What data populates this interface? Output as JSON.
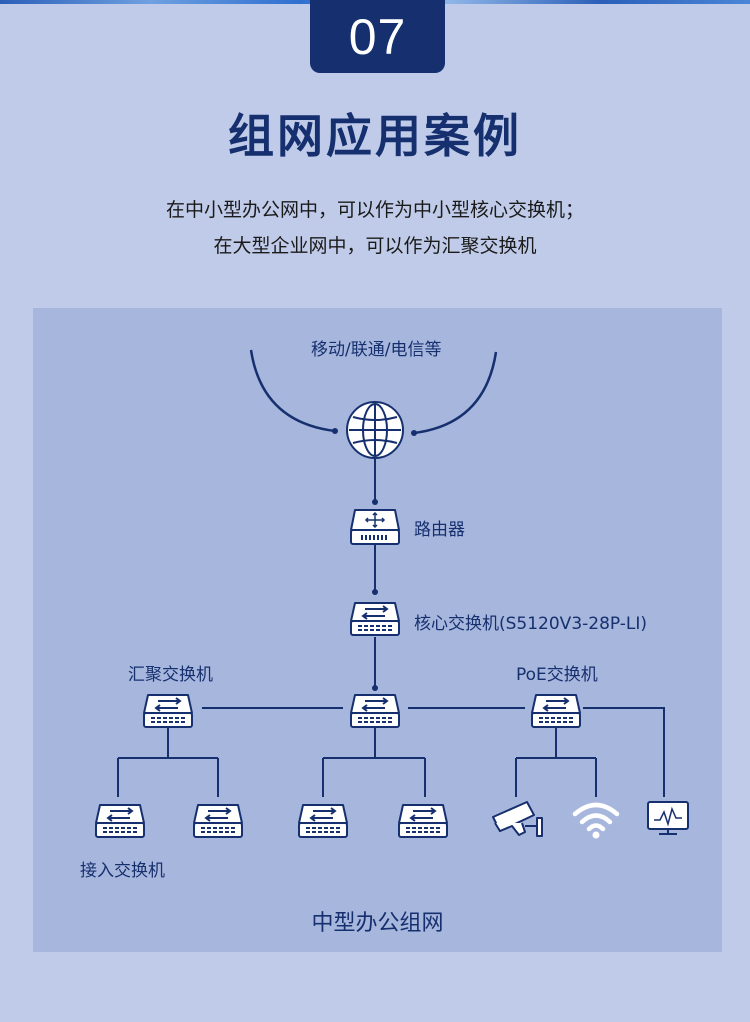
{
  "badge": {
    "number": "07"
  },
  "title": "组网应用案例",
  "description": {
    "line1": "在中小型办公网中，可以作为中小型核心交换机；",
    "line2": "在大型企业网中，可以作为汇聚交换机"
  },
  "diagram": {
    "isp_label": "移动/联通/电信等",
    "router_label": "路由器",
    "core_switch_label": "核心交换机(S5120V3-28P-LI)",
    "aggregation_label": "汇聚交换机",
    "poe_label": "PoE交换机",
    "access_label": "接入交换机",
    "caption": "中型办公组网",
    "icons": [
      "globe-icon",
      "router-icon",
      "switch-icon",
      "camera-icon",
      "wifi-icon",
      "monitor-icon"
    ],
    "colors": {
      "line": "#16306f",
      "device": "#ffffff",
      "panel": "#a7b6dc",
      "background": "#bfcbe8"
    }
  }
}
